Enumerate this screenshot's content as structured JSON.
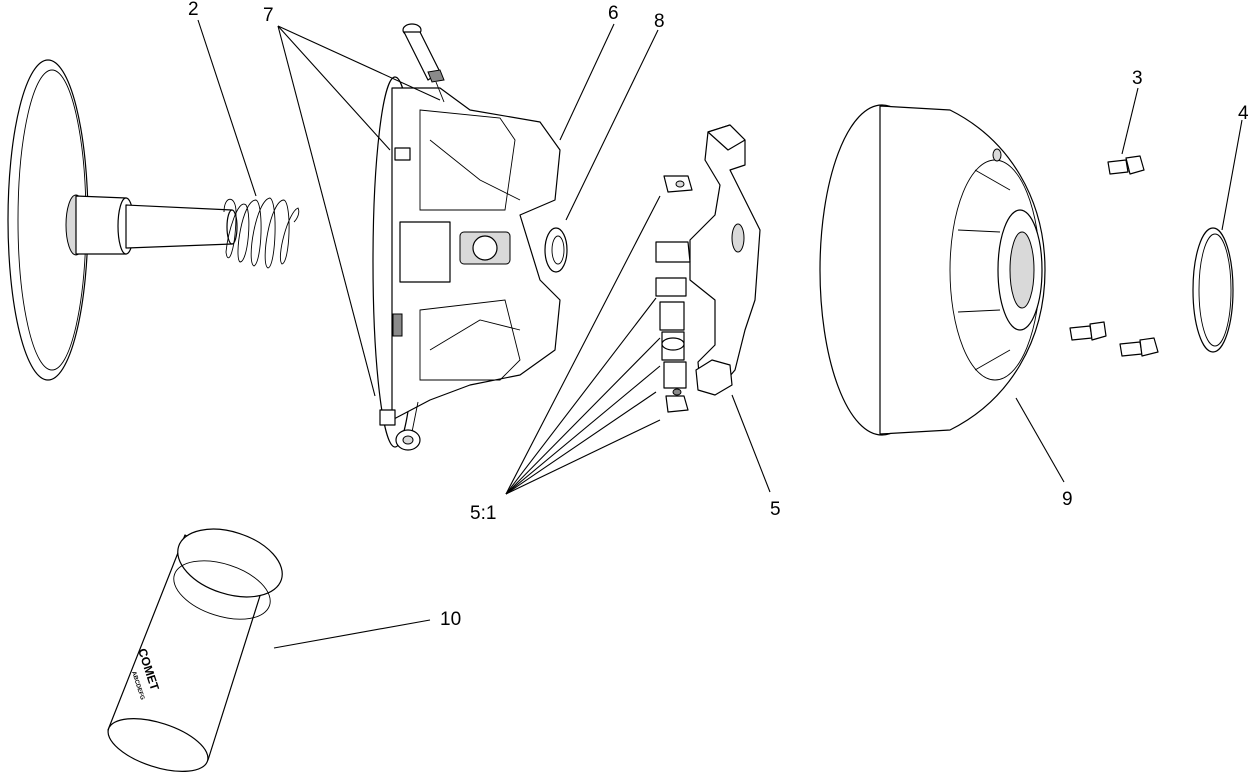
{
  "callouts": {
    "c2": "2",
    "c7": "7",
    "c6": "6",
    "c8": "8",
    "c3": "3",
    "c4": "4",
    "c5_1": "5:1",
    "c5": "5",
    "c9": "9",
    "c10": "10"
  },
  "can_label": {
    "brand": "COMET",
    "code": "ABCDEFG"
  }
}
